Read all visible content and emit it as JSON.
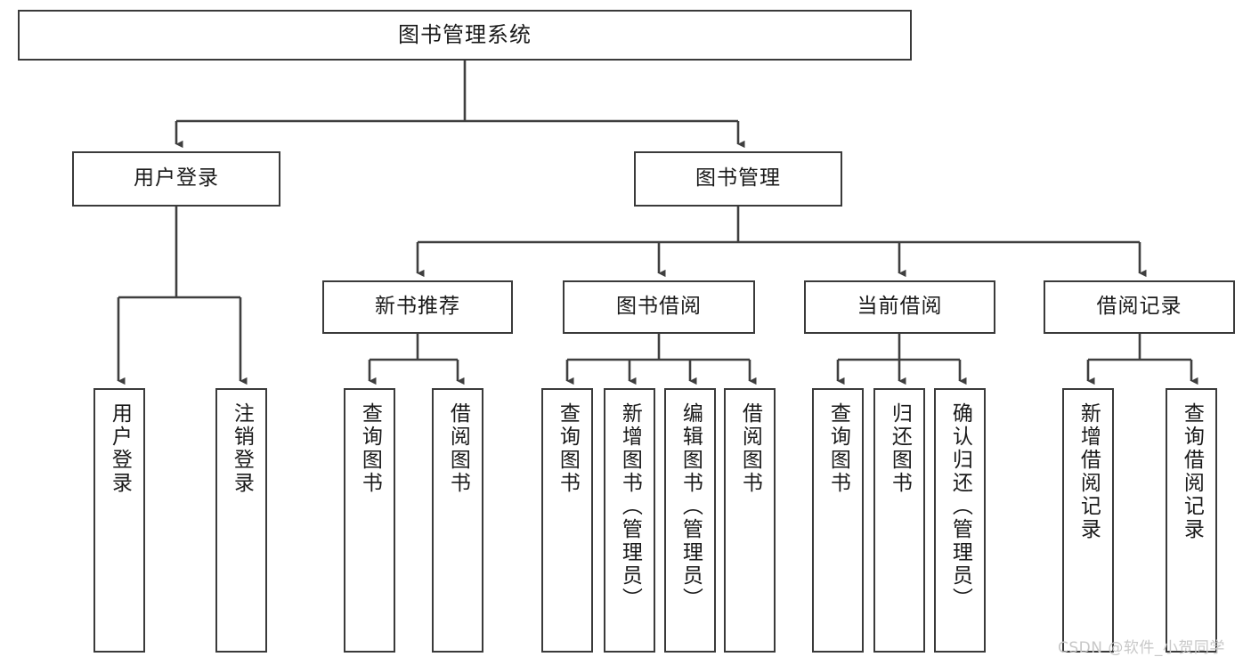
{
  "diagram": {
    "title": "图书管理系统",
    "root": {
      "label": "图书管理系统"
    },
    "level2": [
      {
        "label": "用户登录"
      },
      {
        "label": "图书管理"
      }
    ],
    "level3": [
      {
        "label": "新书推荐"
      },
      {
        "label": "图书借阅"
      },
      {
        "label": "当前借阅"
      },
      {
        "label": "借阅记录"
      }
    ],
    "leaves": {
      "user_login": [
        {
          "label": "用户登录"
        },
        {
          "label": "注销登录"
        }
      ],
      "new_book": [
        {
          "label": "查询图书"
        },
        {
          "label": "借阅图书"
        }
      ],
      "book_borrow": [
        {
          "label": "查询图书"
        },
        {
          "label": "新增图书（管理员）"
        },
        {
          "label": "编辑图书（管理员）"
        },
        {
          "label": "借阅图书"
        }
      ],
      "current_borrow": [
        {
          "label": "查询图书"
        },
        {
          "label": "归还图书"
        },
        {
          "label": "确认归还（管理员）"
        }
      ],
      "borrow_record": [
        {
          "label": "新增借阅记录"
        },
        {
          "label": "查询借阅记录"
        }
      ]
    }
  },
  "watermark": {
    "text": "CSDN @软件_小贺同学"
  },
  "colors": {
    "border": "#3a3a3a",
    "line": "#3f3f3f",
    "text": "#1a1a1a",
    "background": "#ffffff",
    "watermark": "#c8c8c8"
  }
}
